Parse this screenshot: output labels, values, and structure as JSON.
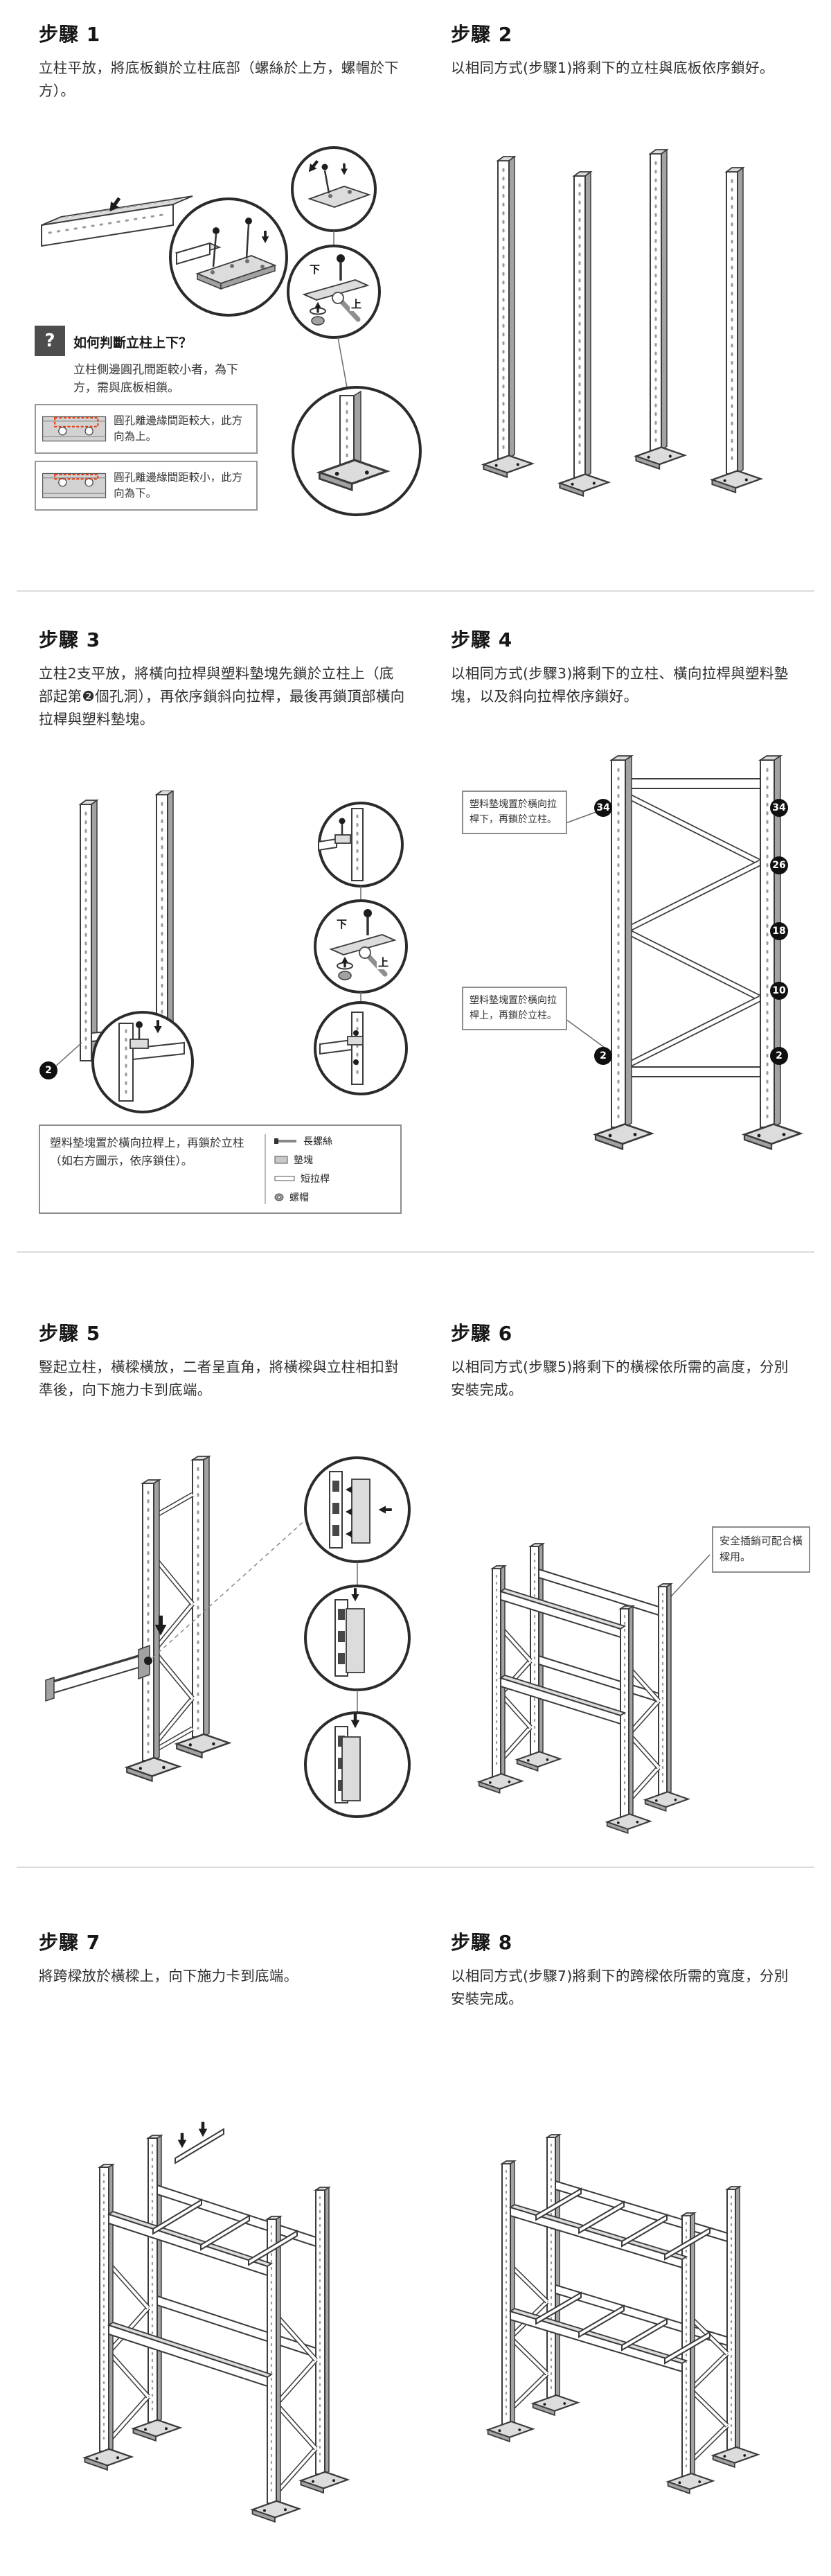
{
  "steps": [
    {
      "title": "步驟 1",
      "body": "立柱平放，將底板鎖於立柱底部（螺絲於上方，螺帽於下方）。"
    },
    {
      "title": "步驟 2",
      "body": "以相同方式(步驟1)將剩下的立柱與底板依序鎖好。"
    },
    {
      "title": "步驟 3",
      "body": "立柱2支平放，將橫向拉桿與塑料墊塊先鎖於立柱上（底部起第❷個孔洞），再依序鎖斜向拉桿，最後再鎖頂部橫向拉桿與塑料墊塊。"
    },
    {
      "title": "步驟 4",
      "body": "以相同方式(步驟3)將剩下的立柱、橫向拉桿與塑料墊塊，以及斜向拉桿依序鎖好。"
    },
    {
      "title": "步驟 5",
      "body": "豎起立柱，橫樑橫放，二者呈直角，將橫樑與立柱相扣對準後，向下施力卡到底端。"
    },
    {
      "title": "步驟 6",
      "body": "以相同方式(步驟5)將剩下的橫樑依所需的高度，分別安裝完成。"
    },
    {
      "title": "步驟 7",
      "body": "將跨樑放於橫樑上，向下施力卡到底端。"
    },
    {
      "title": "步驟 8",
      "body": "以相同方式(步驟7)將剩下的跨樑依所需的寬度，分別安裝完成。"
    }
  ],
  "help": {
    "icon": "?",
    "title": "如何判斷立柱上下？",
    "body": "立柱側邊圓孔間距較小者，為下方，需與底板相鎖。",
    "items": [
      "圓孔離邊緣間距較大，此方向為上。",
      "圓孔離邊緣間距較小，此方向為下。"
    ]
  },
  "labels": {
    "up": "上",
    "down": "下"
  },
  "step3": {
    "hole_badge": "2",
    "note": "塑料墊塊置於橫向拉桿上，再鎖於立柱（如右方圖示，依序鎖住）。",
    "legend": [
      "長螺絲",
      "墊塊",
      "短拉桿",
      "螺帽"
    ]
  },
  "step4": {
    "note_top": "塑料墊塊置於橫向拉桿下，再鎖於立柱。",
    "note_bottom": "塑料墊塊置於橫向拉桿上，再鎖於立柱。",
    "badges_left": [
      "34",
      "2"
    ],
    "badges_right": [
      "34",
      "26",
      "18",
      "10",
      "2"
    ]
  },
  "step6": {
    "note": "安全插銷可配合橫樑用。"
  },
  "colors": {
    "accent_red": "#e8380d",
    "ink": "#231f20",
    "divider_gray": "#dcdcdc"
  }
}
